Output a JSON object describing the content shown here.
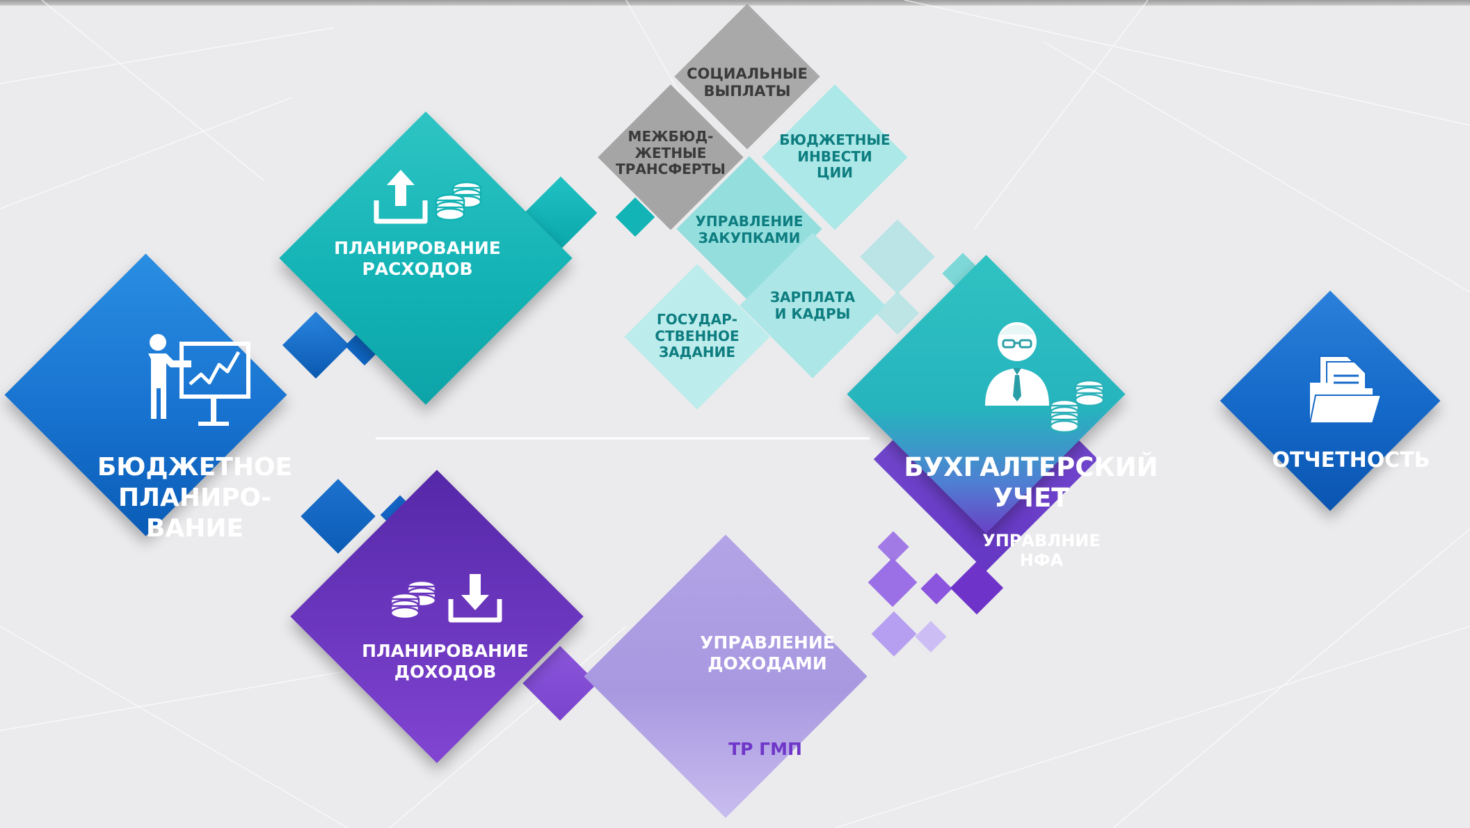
{
  "nodes": {
    "budget_planning": "БЮДЖЕТНОЕ\nПЛАНИРО-\nВАНИЕ",
    "expense_planning": "ПЛАНИРОВАНИЕ\nРАСХОДОВ",
    "income_planning": "ПЛАНИРОВАНИЕ\nДОХОДОВ",
    "accounting": "БУХГАЛТЕРСКИЙ\nУЧЕТ",
    "reporting": "ОТЧЕТНОСТЬ",
    "social_payments": "СОЦИАЛЬНЫЕ\nВЫПЛАТЫ",
    "interbudget_transfers": "МЕЖБЮД-\nЖЕТНЫЕ\nТРАНСФЕРТЫ",
    "budget_investments": "БЮДЖЕТНЫЕ\nИНВЕСТИ\nЦИИ",
    "procurement": "УПРАВЛЕНИЕ\nЗАКУПКАМИ",
    "salary_hr": "ЗАРПЛАТА\nИ КАДРЫ",
    "state_task": "ГОСУДАР-\nСТВЕННОЕ\nЗАДАНИЕ",
    "nfa_management": "УПРАВЛНИЕ\nНФА",
    "income_management": "УПРАВЛЕНИЕ\nДОХОДАМИ",
    "tr_gmp": "ТР ГМП"
  },
  "colors": {
    "blue": "#1b73d0",
    "teal": "#14b8b8",
    "purple": "#6e3cc2",
    "light_purple": "#a99ae0",
    "gray": "#a8a8a8",
    "light_teal": "#a6e4e4"
  },
  "icons": {
    "budget_planning": "presenter-chart-icon",
    "expense_planning": "upload-coins-icon",
    "income_planning": "coins-download-icon",
    "accounting": "accountant-coins-icon",
    "reporting": "folder-documents-icon"
  }
}
